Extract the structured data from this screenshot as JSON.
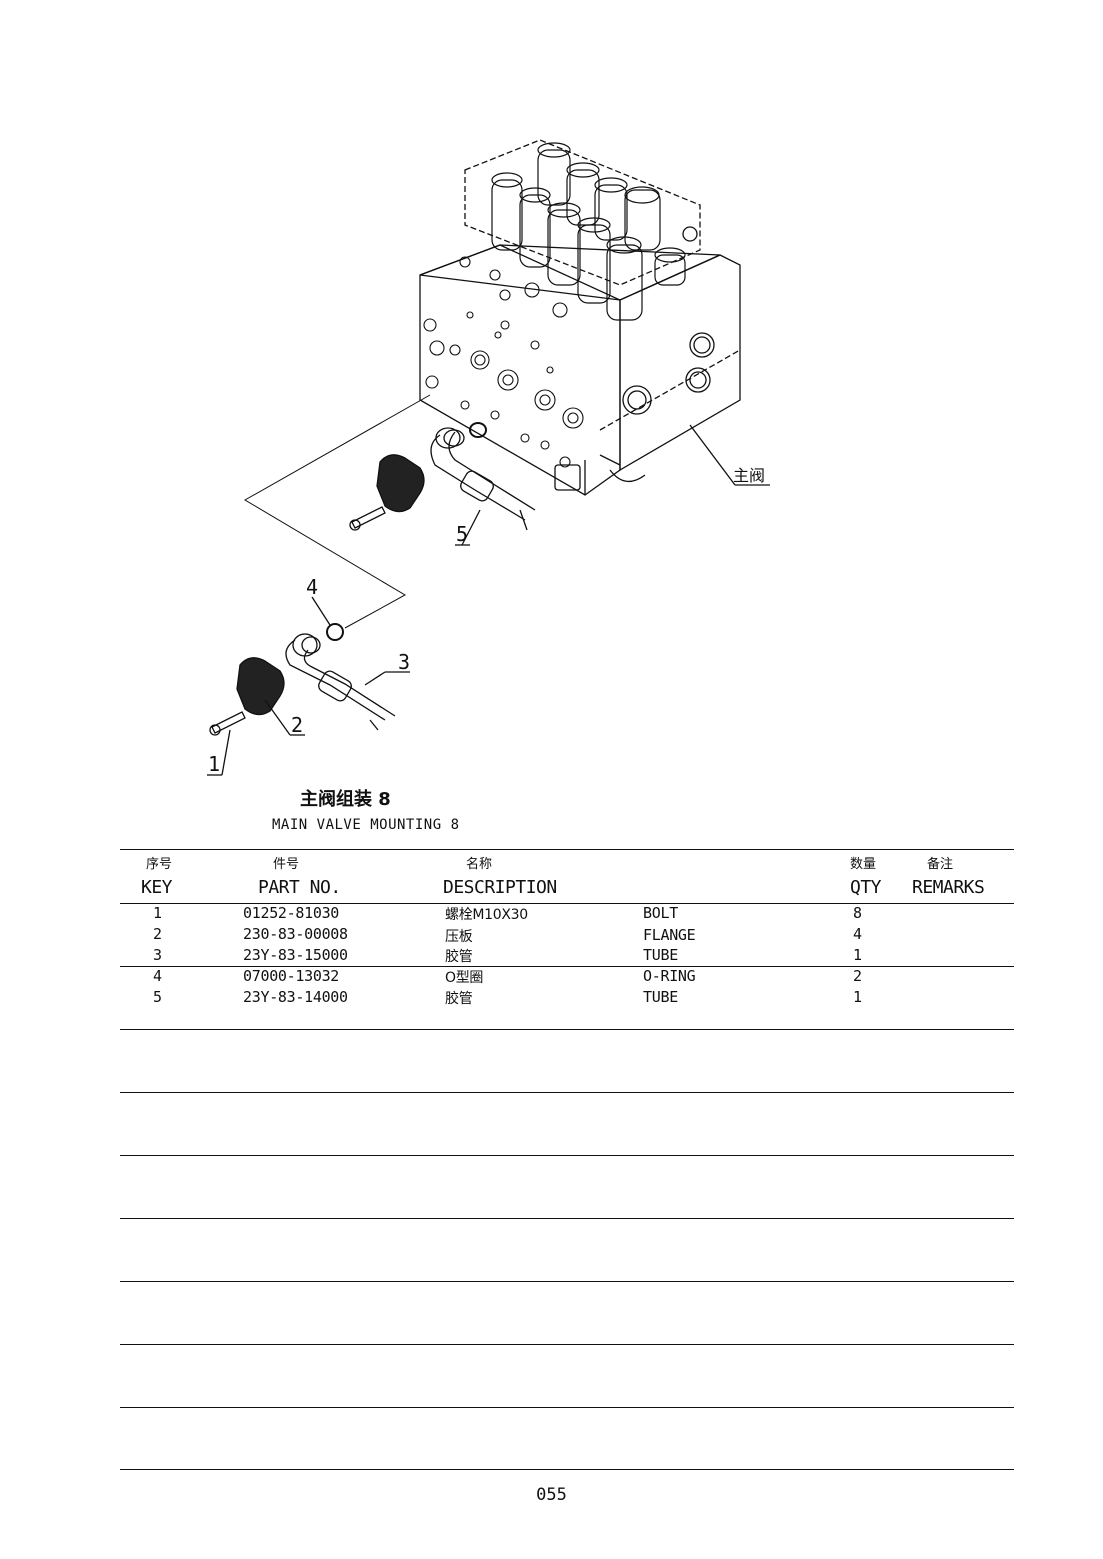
{
  "diagram": {
    "callouts": [
      "1",
      "2",
      "3",
      "4",
      "5",
      "主阀"
    ]
  },
  "title": {
    "cn": "主阀组装 8",
    "en": "MAIN VALVE MOUNTING 8"
  },
  "table": {
    "headers_cn": [
      "序号",
      "件号",
      "名称",
      "数量",
      "备注"
    ],
    "headers_en": [
      "KEY",
      "PART NO.",
      "DESCRIPTION",
      "QTY",
      "REMARKS"
    ],
    "rows": [
      {
        "key": "1",
        "part_no": "01252-81030",
        "name_cn": "螺栓M10X30",
        "name_en": "BOLT",
        "qty": "8",
        "remarks": ""
      },
      {
        "key": "2",
        "part_no": "230-83-00008",
        "name_cn": "压板",
        "name_en": "FLANGE",
        "qty": "4",
        "remarks": ""
      },
      {
        "key": "3",
        "part_no": "23Y-83-15000",
        "name_cn": "胶管",
        "name_en": "TUBE",
        "qty": "1",
        "remarks": ""
      },
      {
        "key": "4",
        "part_no": "07000-13032",
        "name_cn": "O型圈",
        "name_en": "O-RING",
        "qty": "2",
        "remarks": ""
      },
      {
        "key": "5",
        "part_no": "23Y-83-14000",
        "name_cn": "胶管",
        "name_en": "TUBE",
        "qty": "1",
        "remarks": ""
      }
    ]
  },
  "page_number": "055"
}
